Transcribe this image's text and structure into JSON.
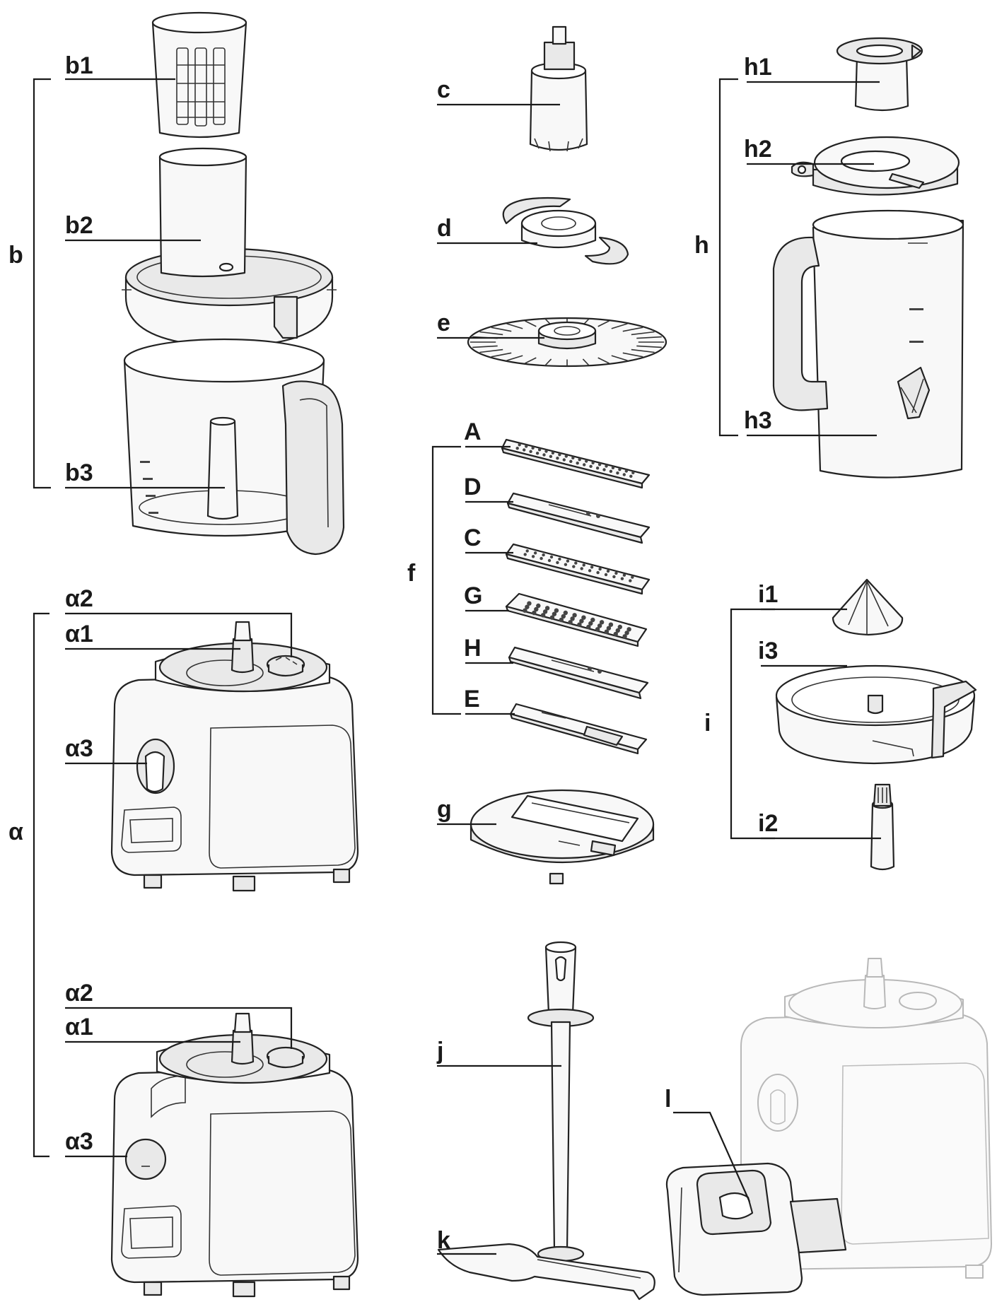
{
  "labels": {
    "b": "b",
    "b1": "b1",
    "b2": "b2",
    "b3": "b3",
    "a": "α",
    "a1_top": "α1",
    "a2_top": "α2",
    "a3_top": "α3",
    "a1_bottom": "α1",
    "a2_bottom": "α2",
    "a3_bottom": "α3",
    "c": "c",
    "d": "d",
    "e": "e",
    "f": "f",
    "fA": "A",
    "fD": "D",
    "fC": "C",
    "fG": "G",
    "fH": "H",
    "fE": "E",
    "g": "g",
    "j": "j",
    "k": "k",
    "h": "h",
    "h1": "h1",
    "h2": "h2",
    "h3": "h3",
    "i": "i",
    "i1": "i1",
    "i2": "i2",
    "i3": "i3",
    "l": "l"
  }
}
